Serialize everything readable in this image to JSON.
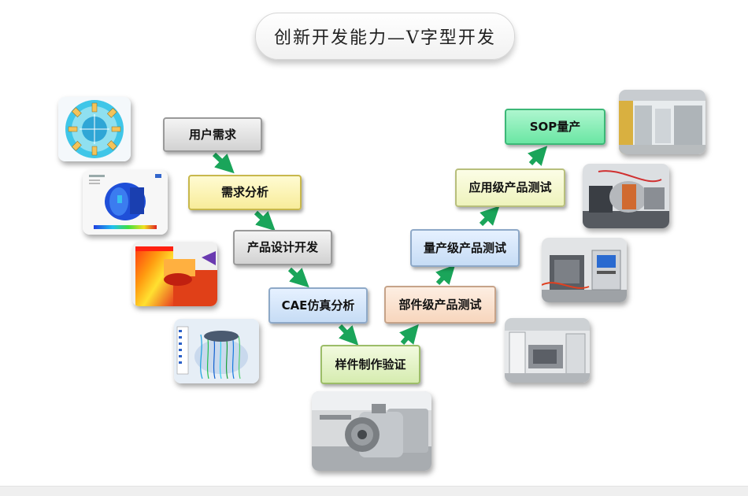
{
  "title": "创新开发能力—V字型开发",
  "left_branch": [
    {
      "label": "用户需求"
    },
    {
      "label": "需求分析"
    },
    {
      "label": "产品设计开发"
    },
    {
      "label": "CAE仿真分析"
    }
  ],
  "bottom_step": {
    "label": "样件制作验证"
  },
  "right_branch": [
    {
      "label": "部件级产品测试"
    },
    {
      "label": "量产级产品测试"
    },
    {
      "label": "应用级产品测试"
    },
    {
      "label": "SOP量产"
    }
  ],
  "arrow_color": "#1aa55a"
}
